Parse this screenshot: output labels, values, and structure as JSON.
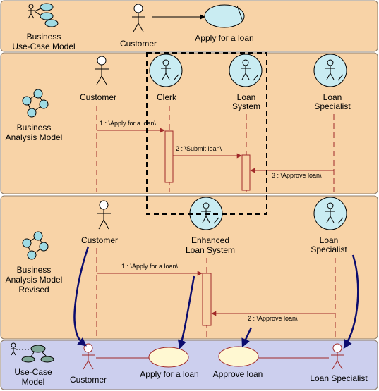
{
  "colors": {
    "band": "#f8d3a7",
    "band_stroke": "#8f7c68",
    "bottom_band": "#cccfee",
    "worker_fill": "#c9ecf2",
    "usecase_fill": "#fff8d2",
    "biz_usecase_fill": "#c9ecf2",
    "lifeline": "#a02828",
    "model_icon": "#9fdbe4",
    "uc_model_icon": "#7fa696",
    "arrow_blue": "#0c0c6e"
  },
  "business_use_case_model": {
    "label_line1": "Business",
    "label_line2": "Use-Case Model",
    "icon": "business-use-case-model-icon",
    "actor": "Customer",
    "use_case": "Apply for a loan"
  },
  "business_analysis_model": {
    "label_line1": "Business",
    "label_line2": "Analysis Model",
    "icon": "analysis-model-icon",
    "customer": "Customer",
    "clerk": "Clerk",
    "loan_system_line1": "Loan",
    "loan_system_line2": "System",
    "loan_specialist_line1": "Loan",
    "loan_specialist_line2": "Specialist",
    "msg1": "1 : \\Apply for a loan\\",
    "msg2": "2 : \\Submit loan\\",
    "msg3": "3 : \\Approve loan\\"
  },
  "revised_model": {
    "label_line1": "Business",
    "label_line2": "Analysis Model",
    "label_line3": "Revised",
    "customer": "Customer",
    "enhanced_line1": "Enhanced",
    "enhanced_line2": "Loan System",
    "loan_specialist_line1": "Loan",
    "loan_specialist_line2": "Specialist",
    "msg1": "1 : \\Apply for a loan\\",
    "msg2": "2 : \\Approve loan\\"
  },
  "use_case_model": {
    "label_line1": "Use-Case",
    "label_line2": "Model",
    "icon": "use-case-model-icon",
    "customer": "Customer",
    "apply": "Apply for a loan",
    "approve": "Approve loan",
    "loan_specialist": "Loan Specialist"
  }
}
